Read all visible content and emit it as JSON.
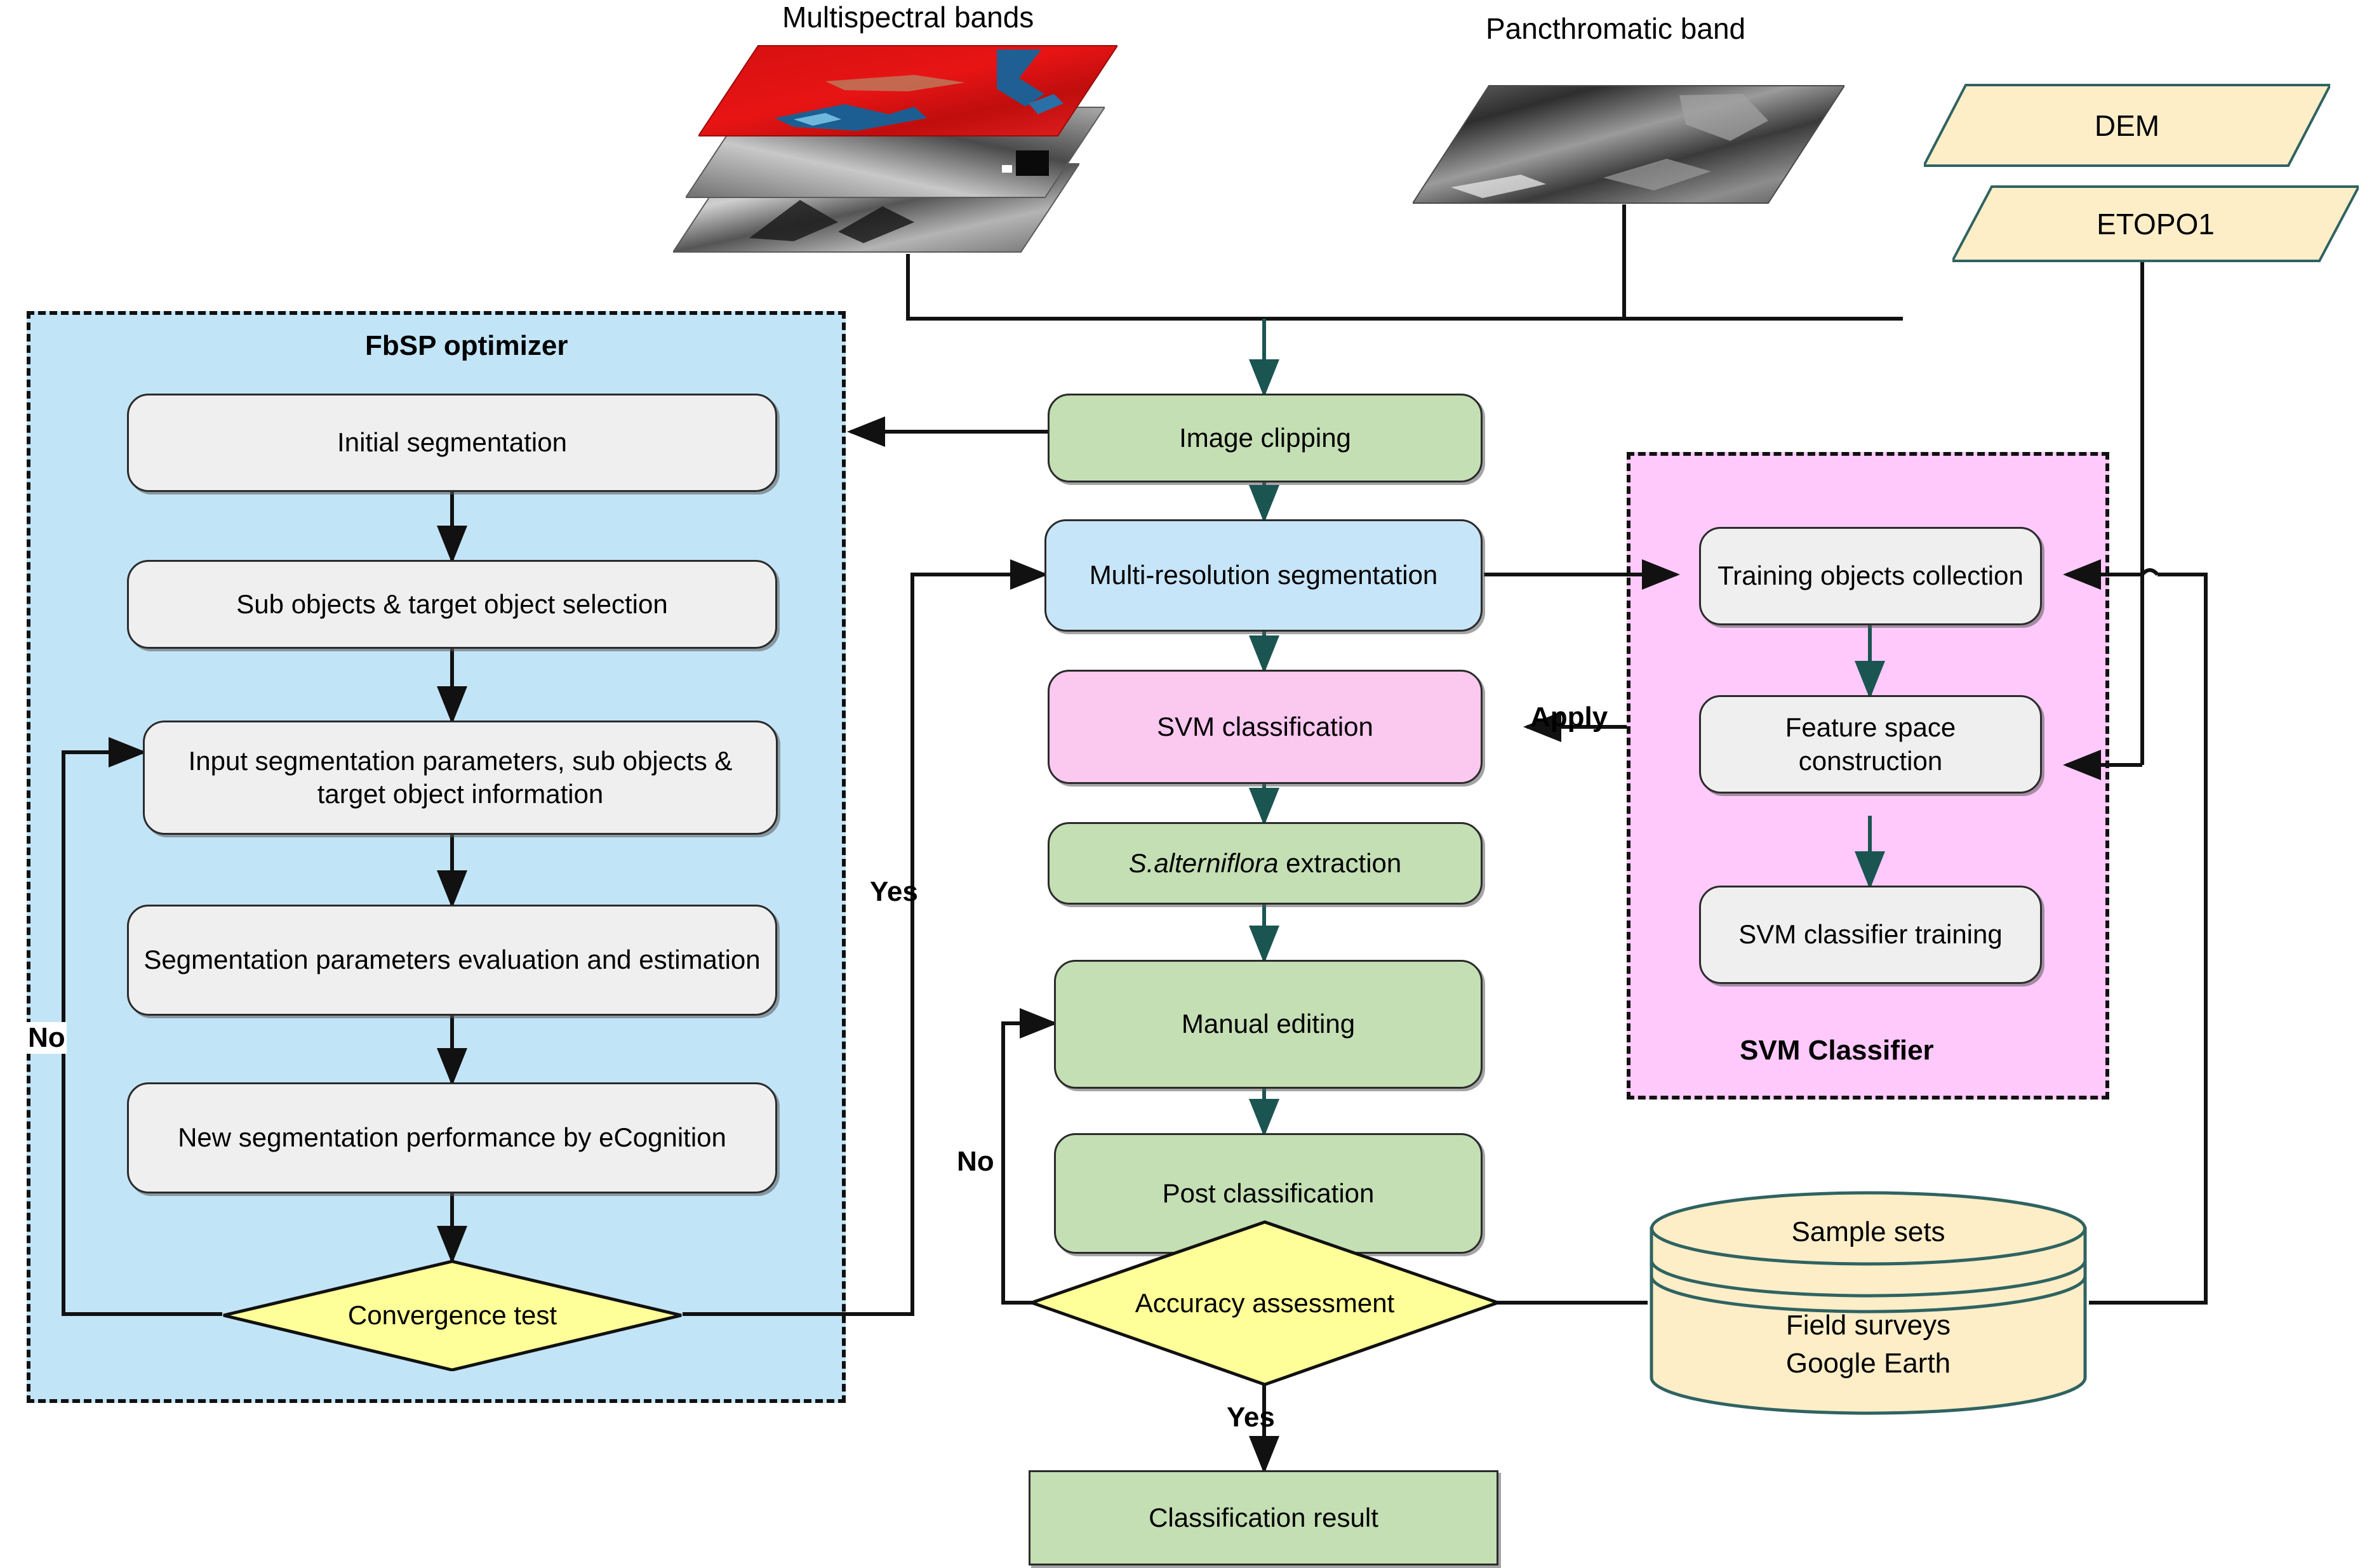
{
  "diagram": {
    "title": "Object-based S. alterniflora extraction workflow",
    "colors": {
      "panel_blue": "#c2e4f7",
      "panel_pink": "#ffc9fb",
      "process_green": "#c4dfb4",
      "process_grey": "#efefef",
      "process_blue": "#c7e5f8",
      "process_pink": "#fbc8f0",
      "decision_yellow": "#ffff99",
      "data_cream": "#fdeec8",
      "stroke_dark": "#2b2b2b",
      "arrow_teal": "#1b5551"
    }
  },
  "inputs": {
    "multispectral_caption": "Multispectral bands",
    "panchromatic_caption": "Pancthromatic band",
    "dem_label": "DEM",
    "etopo_label": "ETOPO1"
  },
  "fbsp_panel": {
    "title": "FbSP optimizer",
    "steps": [
      {
        "label": "Initial segmentation"
      },
      {
        "label": "Sub objects & target object selection"
      },
      {
        "label": "Input segmentation parameters, sub objects & target object information"
      },
      {
        "label": "Segmentation parameters evaluation and estimation"
      },
      {
        "label": "New segmentation performance by eCognition"
      }
    ],
    "decision": "Convergence test",
    "decision_no_label": "No",
    "decision_yes_label": "Yes"
  },
  "main_chain": {
    "steps": [
      {
        "label": "Image clipping",
        "style": "green"
      },
      {
        "label": "Multi-resolution segmentation",
        "style": "blue"
      },
      {
        "label": "SVM classification",
        "style": "pink"
      },
      {
        "label": "S.alterniflora extraction",
        "style": "green",
        "italic_part": "S.alterniflora",
        "rest": " extraction"
      },
      {
        "label": "Manual editing",
        "style": "green"
      },
      {
        "label": "Post classification",
        "style": "green"
      }
    ],
    "accuracy_decision": "Accuracy assessment",
    "accuracy_no_label": "No",
    "accuracy_yes_label": "Yes",
    "result_label": "Classification result",
    "apply_label": "Apply"
  },
  "svm_panel": {
    "title": "SVM Classifier",
    "steps": [
      {
        "label": "Training objects collection"
      },
      {
        "label": "Feature space construction"
      },
      {
        "label": "SVM classifier training"
      }
    ]
  },
  "sample_store": {
    "top_label": "Sample sets",
    "line1": "Field surveys",
    "line2": "Google Earth"
  }
}
